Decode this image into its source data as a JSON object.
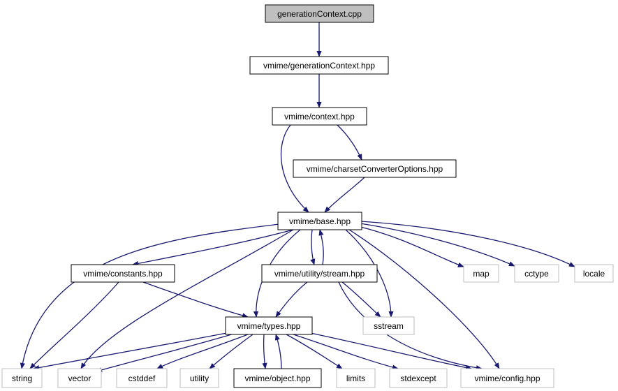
{
  "colors": {
    "edge": "#191970",
    "root_fill": "#bfbfbf",
    "node_fill": "#ffffff",
    "node_border": "#000000",
    "external_border": "#bfbfbf"
  },
  "nodes": [
    {
      "id": "generationContext_cpp",
      "label": "generationContext.cpp",
      "style": "root"
    },
    {
      "id": "generationContext_hpp",
      "label": "vmime/generationContext.hpp",
      "style": "normal"
    },
    {
      "id": "context_hpp",
      "label": "vmime/context.hpp",
      "style": "normal"
    },
    {
      "id": "charsetConverterOptions_hpp",
      "label": "vmime/charsetConverterOptions.hpp",
      "style": "normal"
    },
    {
      "id": "base_hpp",
      "label": "vmime/base.hpp",
      "style": "normal"
    },
    {
      "id": "constants_hpp",
      "label": "vmime/constants.hpp",
      "style": "normal"
    },
    {
      "id": "stream_hpp",
      "label": "vmime/utility/stream.hpp",
      "style": "normal"
    },
    {
      "id": "map",
      "label": "map",
      "style": "external"
    },
    {
      "id": "cctype",
      "label": "cctype",
      "style": "external"
    },
    {
      "id": "locale",
      "label": "locale",
      "style": "external"
    },
    {
      "id": "types_hpp",
      "label": "vmime/types.hpp",
      "style": "normal"
    },
    {
      "id": "sstream",
      "label": "sstream",
      "style": "external"
    },
    {
      "id": "string",
      "label": "string",
      "style": "external"
    },
    {
      "id": "vector",
      "label": "vector",
      "style": "external"
    },
    {
      "id": "cstddef",
      "label": "cstddef",
      "style": "external"
    },
    {
      "id": "utility",
      "label": "utility",
      "style": "external"
    },
    {
      "id": "object_hpp",
      "label": "vmime/object.hpp",
      "style": "normal"
    },
    {
      "id": "limits",
      "label": "limits",
      "style": "external"
    },
    {
      "id": "stdexcept",
      "label": "stdexcept",
      "style": "external"
    },
    {
      "id": "config_hpp",
      "label": "vmime/config.hpp",
      "style": "external"
    }
  ],
  "edges": [
    {
      "from": "generationContext_cpp",
      "to": "generationContext_hpp"
    },
    {
      "from": "generationContext_hpp",
      "to": "context_hpp"
    },
    {
      "from": "context_hpp",
      "to": "charsetConverterOptions_hpp"
    },
    {
      "from": "context_hpp",
      "to": "base_hpp"
    },
    {
      "from": "charsetConverterOptions_hpp",
      "to": "base_hpp"
    },
    {
      "from": "base_hpp",
      "to": "string"
    },
    {
      "from": "base_hpp",
      "to": "constants_hpp"
    },
    {
      "from": "base_hpp",
      "to": "vector"
    },
    {
      "from": "base_hpp",
      "to": "types_hpp"
    },
    {
      "from": "base_hpp",
      "to": "stream_hpp"
    },
    {
      "from": "stream_hpp",
      "to": "base_hpp"
    },
    {
      "from": "base_hpp",
      "to": "sstream"
    },
    {
      "from": "base_hpp",
      "to": "config_hpp"
    },
    {
      "from": "base_hpp",
      "to": "map"
    },
    {
      "from": "base_hpp",
      "to": "cctype"
    },
    {
      "from": "base_hpp",
      "to": "locale"
    },
    {
      "from": "constants_hpp",
      "to": "string"
    },
    {
      "from": "constants_hpp",
      "to": "types_hpp"
    },
    {
      "from": "stream_hpp",
      "to": "types_hpp"
    },
    {
      "from": "stream_hpp",
      "to": "sstream"
    },
    {
      "from": "stream_hpp",
      "to": "config_hpp"
    },
    {
      "from": "types_hpp",
      "to": "string"
    },
    {
      "from": "types_hpp",
      "to": "vector"
    },
    {
      "from": "types_hpp",
      "to": "cstddef"
    },
    {
      "from": "types_hpp",
      "to": "utility"
    },
    {
      "from": "types_hpp",
      "to": "object_hpp"
    },
    {
      "from": "object_hpp",
      "to": "types_hpp"
    },
    {
      "from": "types_hpp",
      "to": "limits"
    },
    {
      "from": "types_hpp",
      "to": "stdexcept"
    },
    {
      "from": "types_hpp",
      "to": "config_hpp"
    }
  ]
}
